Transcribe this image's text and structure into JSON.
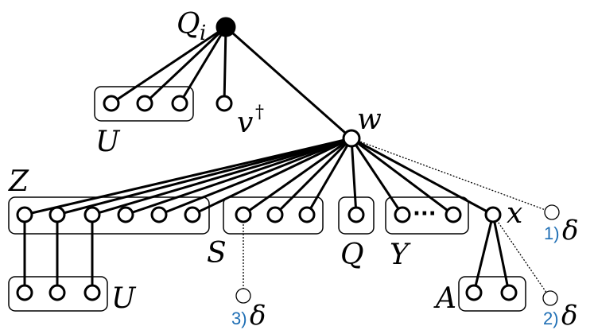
{
  "labels": {
    "Qi_main": "Q",
    "Qi_sub": "i",
    "U_top": "U",
    "v": "v",
    "v_dagger": "†",
    "w": "w",
    "Z": "Z",
    "S": "S",
    "Q": "Q",
    "Y": "Y",
    "x": "x",
    "A": "A",
    "U_bottom": "U",
    "ellipsis": "···"
  },
  "deltas": [
    {
      "num": "1)",
      "sym": "δ"
    },
    {
      "num": "2)",
      "sym": "δ"
    },
    {
      "num": "3)",
      "sym": "δ"
    }
  ],
  "colors": {
    "annotation": "#1f6fb5",
    "line": "#000000",
    "root_fill": "#000000"
  }
}
